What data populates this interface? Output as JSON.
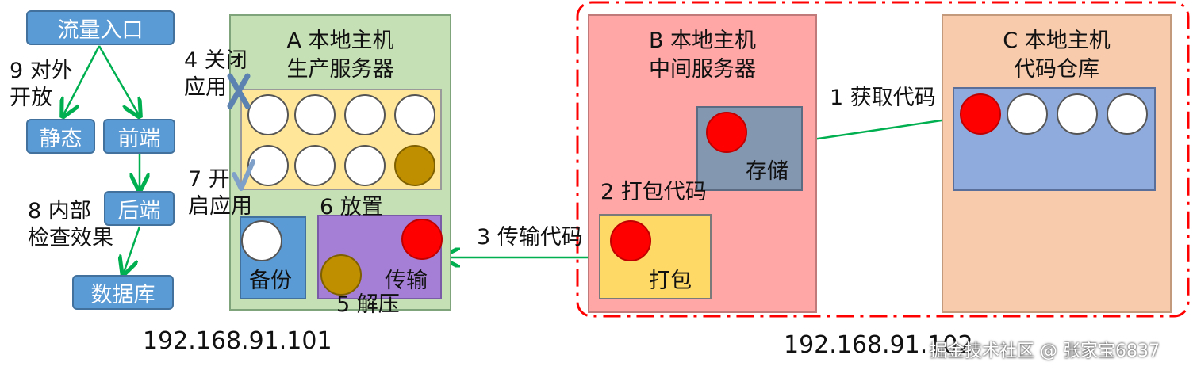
{
  "flow": {
    "entry": "流量入口",
    "static": "静态",
    "frontend": "前端",
    "backend": "后端",
    "database": "数据库",
    "label_open": "9 对外\n开放",
    "label_internal": "8 内部\n检查效果"
  },
  "host_a": {
    "title": "A 本地主机\n生产服务器",
    "backup": "备份",
    "transfer": "传输",
    "step_close": "4 关闭\n应用",
    "step_open": "7 开\n启应用",
    "step_place": "6 放置",
    "step_unzip": "5 解压",
    "ip": "192.168.91.101"
  },
  "host_b": {
    "title": "B 本地主机\n中间服务器",
    "storage": "存储",
    "pack": "打包",
    "step_pack": "2 打包代码",
    "ip": "192.168.91.102"
  },
  "host_c": {
    "title": "C 本地主机\n代码仓库",
    "step_fetch": "1 获取代码"
  },
  "step_transfer": "3 传输代码",
  "watermark": "掘金技术社区 @ 张家宝6837",
  "colors": {
    "host_a": "#c5e0b4",
    "host_b": "#ffa7a7",
    "host_c": "#f8cbad",
    "flow_box": "#5b9bd5",
    "arrow": "#00b050",
    "dashed_border": "#ff0000"
  }
}
